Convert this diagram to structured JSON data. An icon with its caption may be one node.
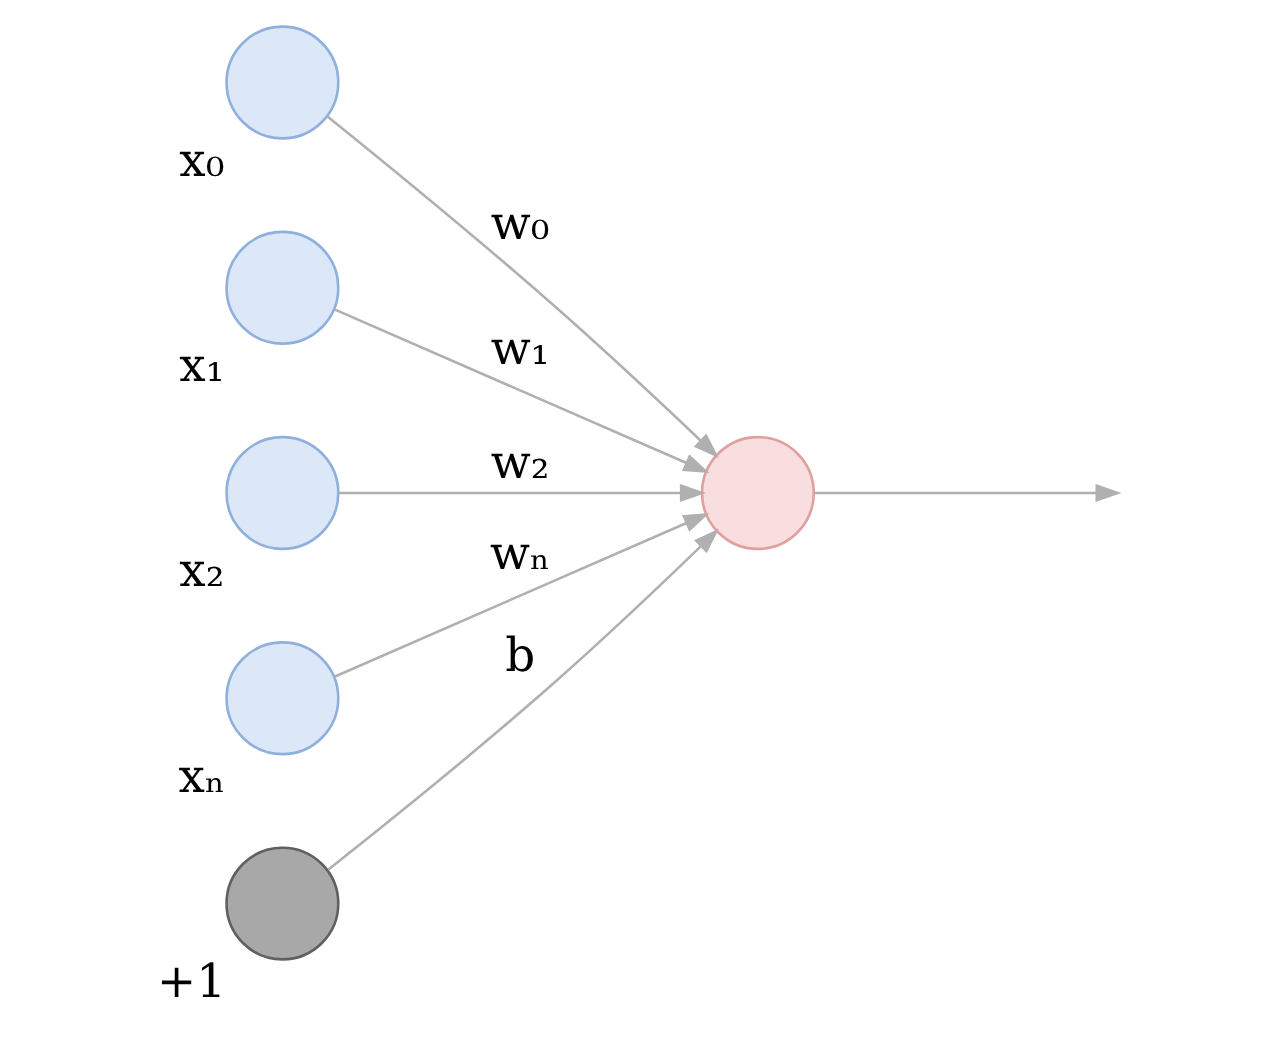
{
  "diagram": {
    "nodes": [
      {
        "text": [],
        "shape": "circle",
        "beside": [
          "x₀"
        ]
      },
      {
        "text": [],
        "shape": "circle",
        "beside": [
          "x₁"
        ]
      },
      {
        "text": [],
        "shape": "circle",
        "beside": [
          "x₂"
        ]
      },
      {
        "text": [],
        "shape": "circle",
        "beside": [
          "xₙ"
        ]
      },
      {
        "text": [],
        "shape": "circle"
      },
      {
        "text": [],
        "shape": "circle",
        "beside": [
          "+1"
        ]
      }
    ],
    "edges": [
      {
        "from": 0,
        "to": 4,
        "arrow": "to",
        "label": "w₀"
      },
      {
        "from": 1,
        "to": 4,
        "arrow": "to",
        "label": "w₁"
      },
      {
        "from": 2,
        "to": 4,
        "arrow": "to",
        "label": "w₂"
      },
      {
        "from": 3,
        "to": 4,
        "arrow": "to",
        "label": "wₙ"
      },
      {
        "from": 5,
        "to": 4,
        "arrow": "to",
        "label": "b"
      },
      {
        "from": 4,
        "to": null,
        "arrow": "to"
      }
    ]
  }
}
